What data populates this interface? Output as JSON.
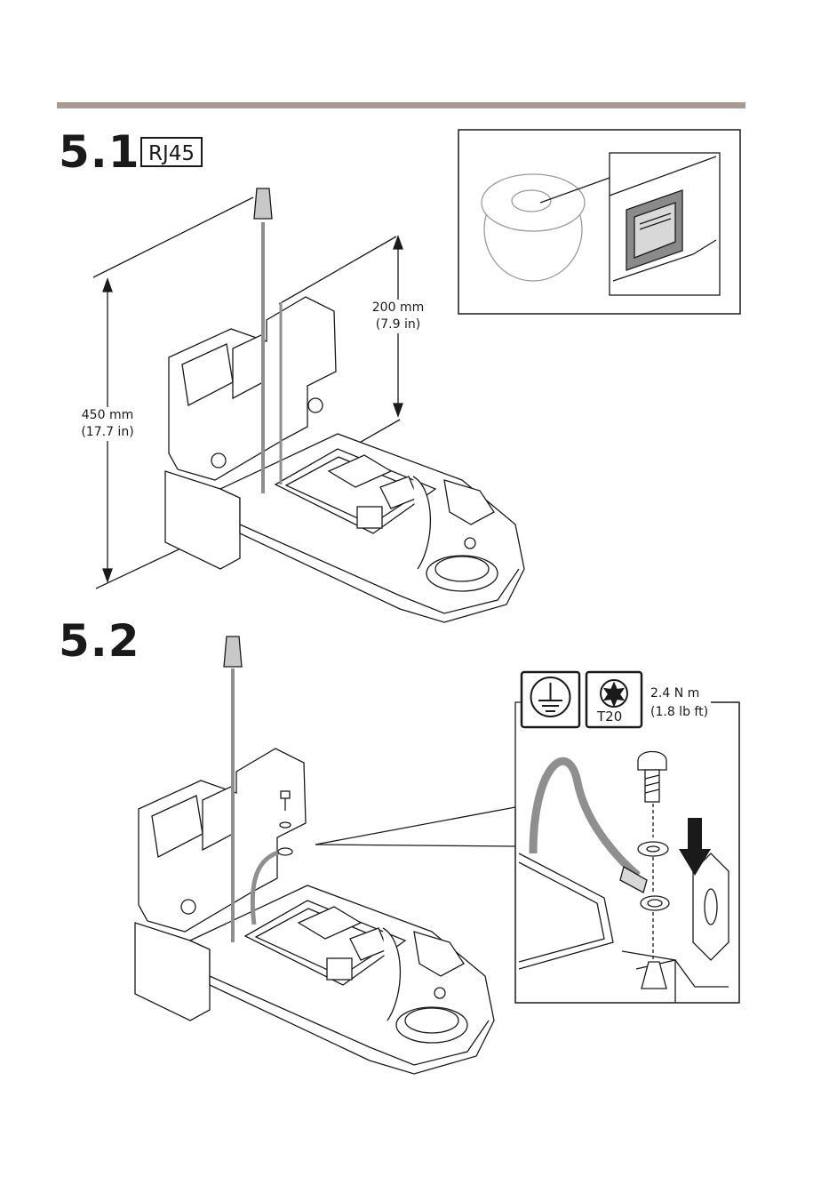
{
  "header": {
    "bar_color": "#a89a92"
  },
  "step1": {
    "number": "5.1",
    "connector_label": "RJ45",
    "dim_200": {
      "value": "200 mm",
      "imperial": "(7.9 in)"
    },
    "dim_450": {
      "value": "450 mm",
      "imperial": "(17.7 in)"
    }
  },
  "step2": {
    "number": "5.2",
    "torque_value": "2.4 N m",
    "torque_imperial": "(1.8 lb ft)",
    "bit_label": "T20"
  },
  "icons": [
    "ground-icon",
    "torx-icon",
    "camera-dome-icon",
    "rj45-port-icon",
    "arrow-down-icon"
  ]
}
